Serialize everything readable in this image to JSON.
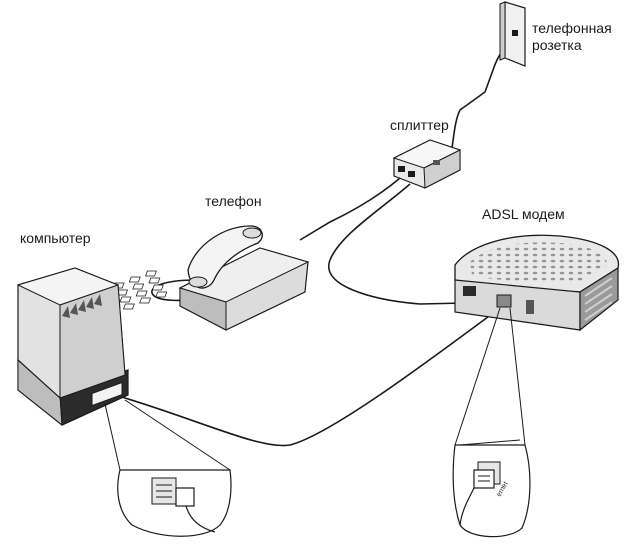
{
  "labels": {
    "socket_line1": "телефонная",
    "socket_line2": "розетка",
    "splitter": "сплиттер",
    "phone": "телефон",
    "modem": "ADSL модем",
    "computer": "компьютер",
    "port_text": "ernet"
  },
  "icons": {
    "socket": "wall-socket-icon",
    "splitter": "splitter-icon",
    "phone": "desk-phone-icon",
    "modem": "adsl-modem-icon",
    "computer": "computer-icon"
  },
  "colors": {
    "line": "#1a1a1a",
    "device_light": "#e9e9e9",
    "device_mid": "#bdbdbd",
    "device_dark": "#555555"
  }
}
